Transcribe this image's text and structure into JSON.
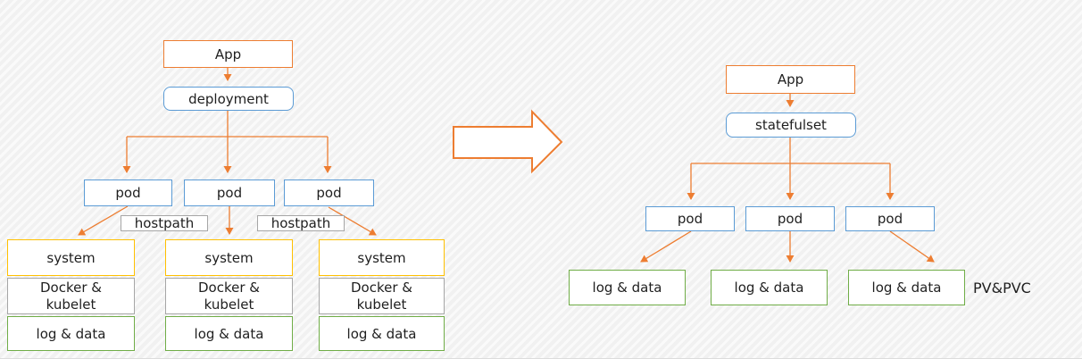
{
  "colors": {
    "accent_orange": "#ED7D31",
    "box_blue": "#5B9BD5",
    "box_gold": "#FFC000",
    "box_gray": "#A6A6A6",
    "box_green": "#70AD47"
  },
  "left": {
    "app": "App",
    "controller": "deployment",
    "pods": [
      "pod",
      "pod",
      "pod"
    ],
    "hostpaths": [
      "hostpath",
      "hostpath"
    ],
    "stacks": [
      {
        "system": "system",
        "docker_line1": "Docker &",
        "docker_line2": "kubelet",
        "log": "log & data"
      },
      {
        "system": "system",
        "docker_line1": "Docker &",
        "docker_line2": "kubelet",
        "log": "log & data"
      },
      {
        "system": "system",
        "docker_line1": "Docker &",
        "docker_line2": "kubelet",
        "log": "log & data"
      }
    ]
  },
  "right": {
    "app": "App",
    "controller": "statefulset",
    "pods": [
      "pod",
      "pod",
      "pod"
    ],
    "volumes": [
      "log & data",
      "log & data",
      "log & data"
    ],
    "annotation": "PV&PVC"
  }
}
